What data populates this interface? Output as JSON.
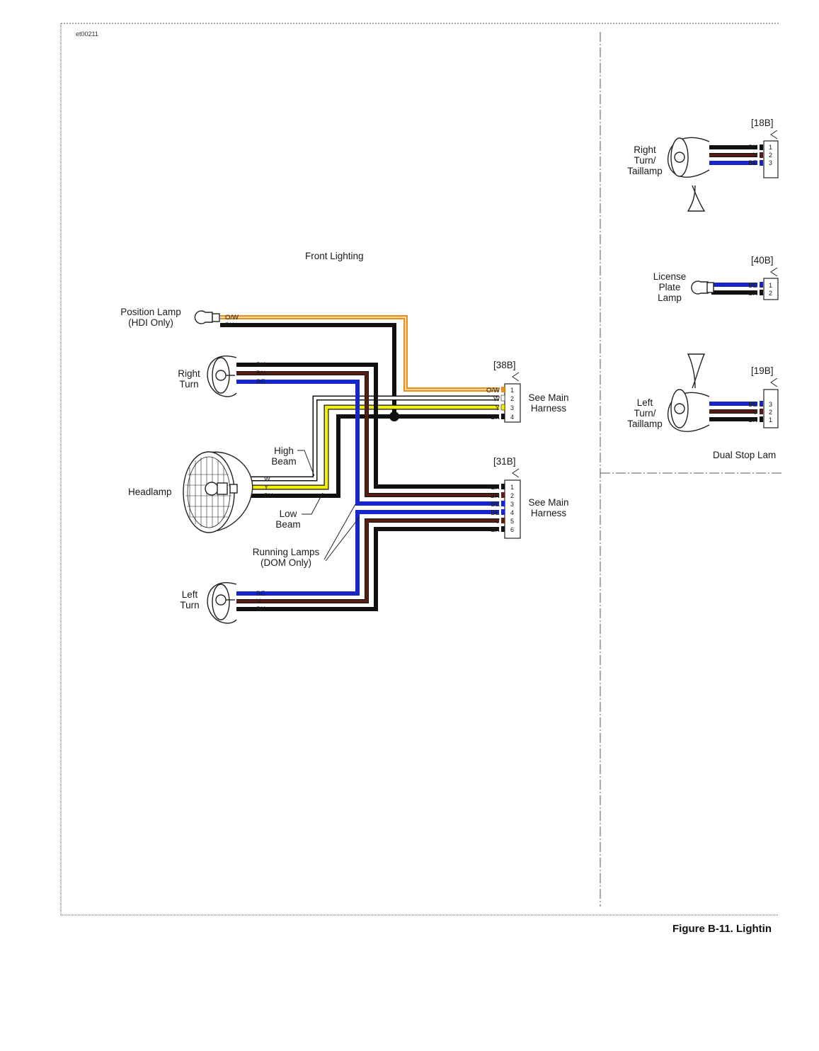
{
  "figure_code": "et00211",
  "figure_caption": "Figure B-11. Lightin",
  "front_section": {
    "title": "Front Lighting",
    "position_lamp": [
      "Position Lamp",
      "(HDI Only)"
    ],
    "position_wires": [
      "O/W",
      "BK"
    ],
    "right_turn": [
      "Right",
      "Turn"
    ],
    "right_turn_wires": [
      "BK",
      "BN",
      "BE"
    ],
    "headlamp": "Headlamp",
    "headlamp_wires": [
      "W",
      "Y",
      "BK"
    ],
    "high_beam": [
      "High",
      "Beam"
    ],
    "low_beam": [
      "Low",
      "Beam"
    ],
    "running_lamps": [
      "Running Lamps",
      "(DOM Only)"
    ],
    "left_turn": [
      "Left",
      "Turn"
    ],
    "left_turn_wires": [
      "BE",
      "V",
      "BK"
    ]
  },
  "connector_38b": {
    "id": "[38B]",
    "wires": [
      "O/W",
      "W",
      "Y",
      "BK"
    ],
    "pins": [
      "1",
      "2",
      "3",
      "4"
    ],
    "note": [
      "See Main",
      "Harness"
    ]
  },
  "connector_31b": {
    "id": "[31B]",
    "wires": [
      "BK",
      "BN",
      "BE",
      "BE",
      "V",
      "BK"
    ],
    "pins": [
      "1",
      "2",
      "3",
      "4",
      "5",
      "6"
    ],
    "note": [
      "See Main",
      "Harness"
    ]
  },
  "rear_section": {
    "right_tail": {
      "label": [
        "Right",
        "Turn/",
        "Taillamp"
      ],
      "connector": "[18B]",
      "wires": [
        "BK",
        "V",
        "BE"
      ],
      "pins": [
        "1",
        "2",
        "3"
      ]
    },
    "license": {
      "label": [
        "License",
        "Plate",
        "Lamp"
      ],
      "connector": "[40B]",
      "wires": [
        "BE",
        "BK"
      ],
      "pins": [
        "1",
        "2"
      ]
    },
    "left_tail": {
      "label": [
        "Left",
        "Turn/",
        "Taillamp"
      ],
      "connector": "[19B]",
      "wires": [
        "BE",
        "V",
        "BK"
      ],
      "pins": [
        "3",
        "2",
        "1"
      ]
    },
    "caption": "Dual Stop Lam"
  },
  "wire_colors": {
    "BK": "#111111",
    "BN": "#5a1d12",
    "BE": "#1626c8",
    "V": "#5a1d12",
    "Y": "#f3f000",
    "W": "#ffffff",
    "O/W": "#e8911c"
  }
}
